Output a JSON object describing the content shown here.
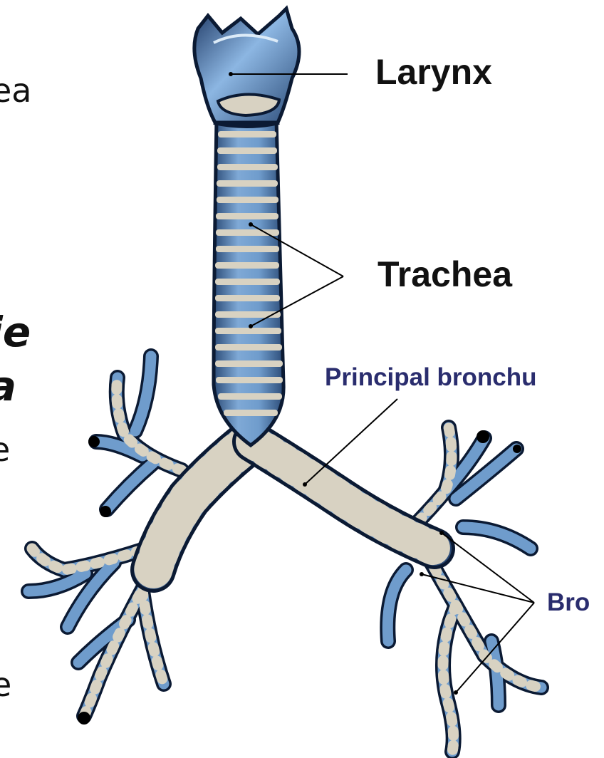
{
  "labels": {
    "larynx": "Larynx",
    "trachea": "Trachea",
    "principal_bronchus": "Principal bronchu",
    "bronchi": "Bro"
  },
  "left_text_fragments": [
    "ea",
    "ie",
    "a",
    "e",
    "e"
  ],
  "colors": {
    "tube_mid": "#6f9ccc",
    "tube_dark": "#2c4c78",
    "cartilage_ring": "#d8d2c2",
    "outline": "#0b1a33",
    "leader_line": "#000000",
    "small_label_text": "#2a2d6e"
  }
}
